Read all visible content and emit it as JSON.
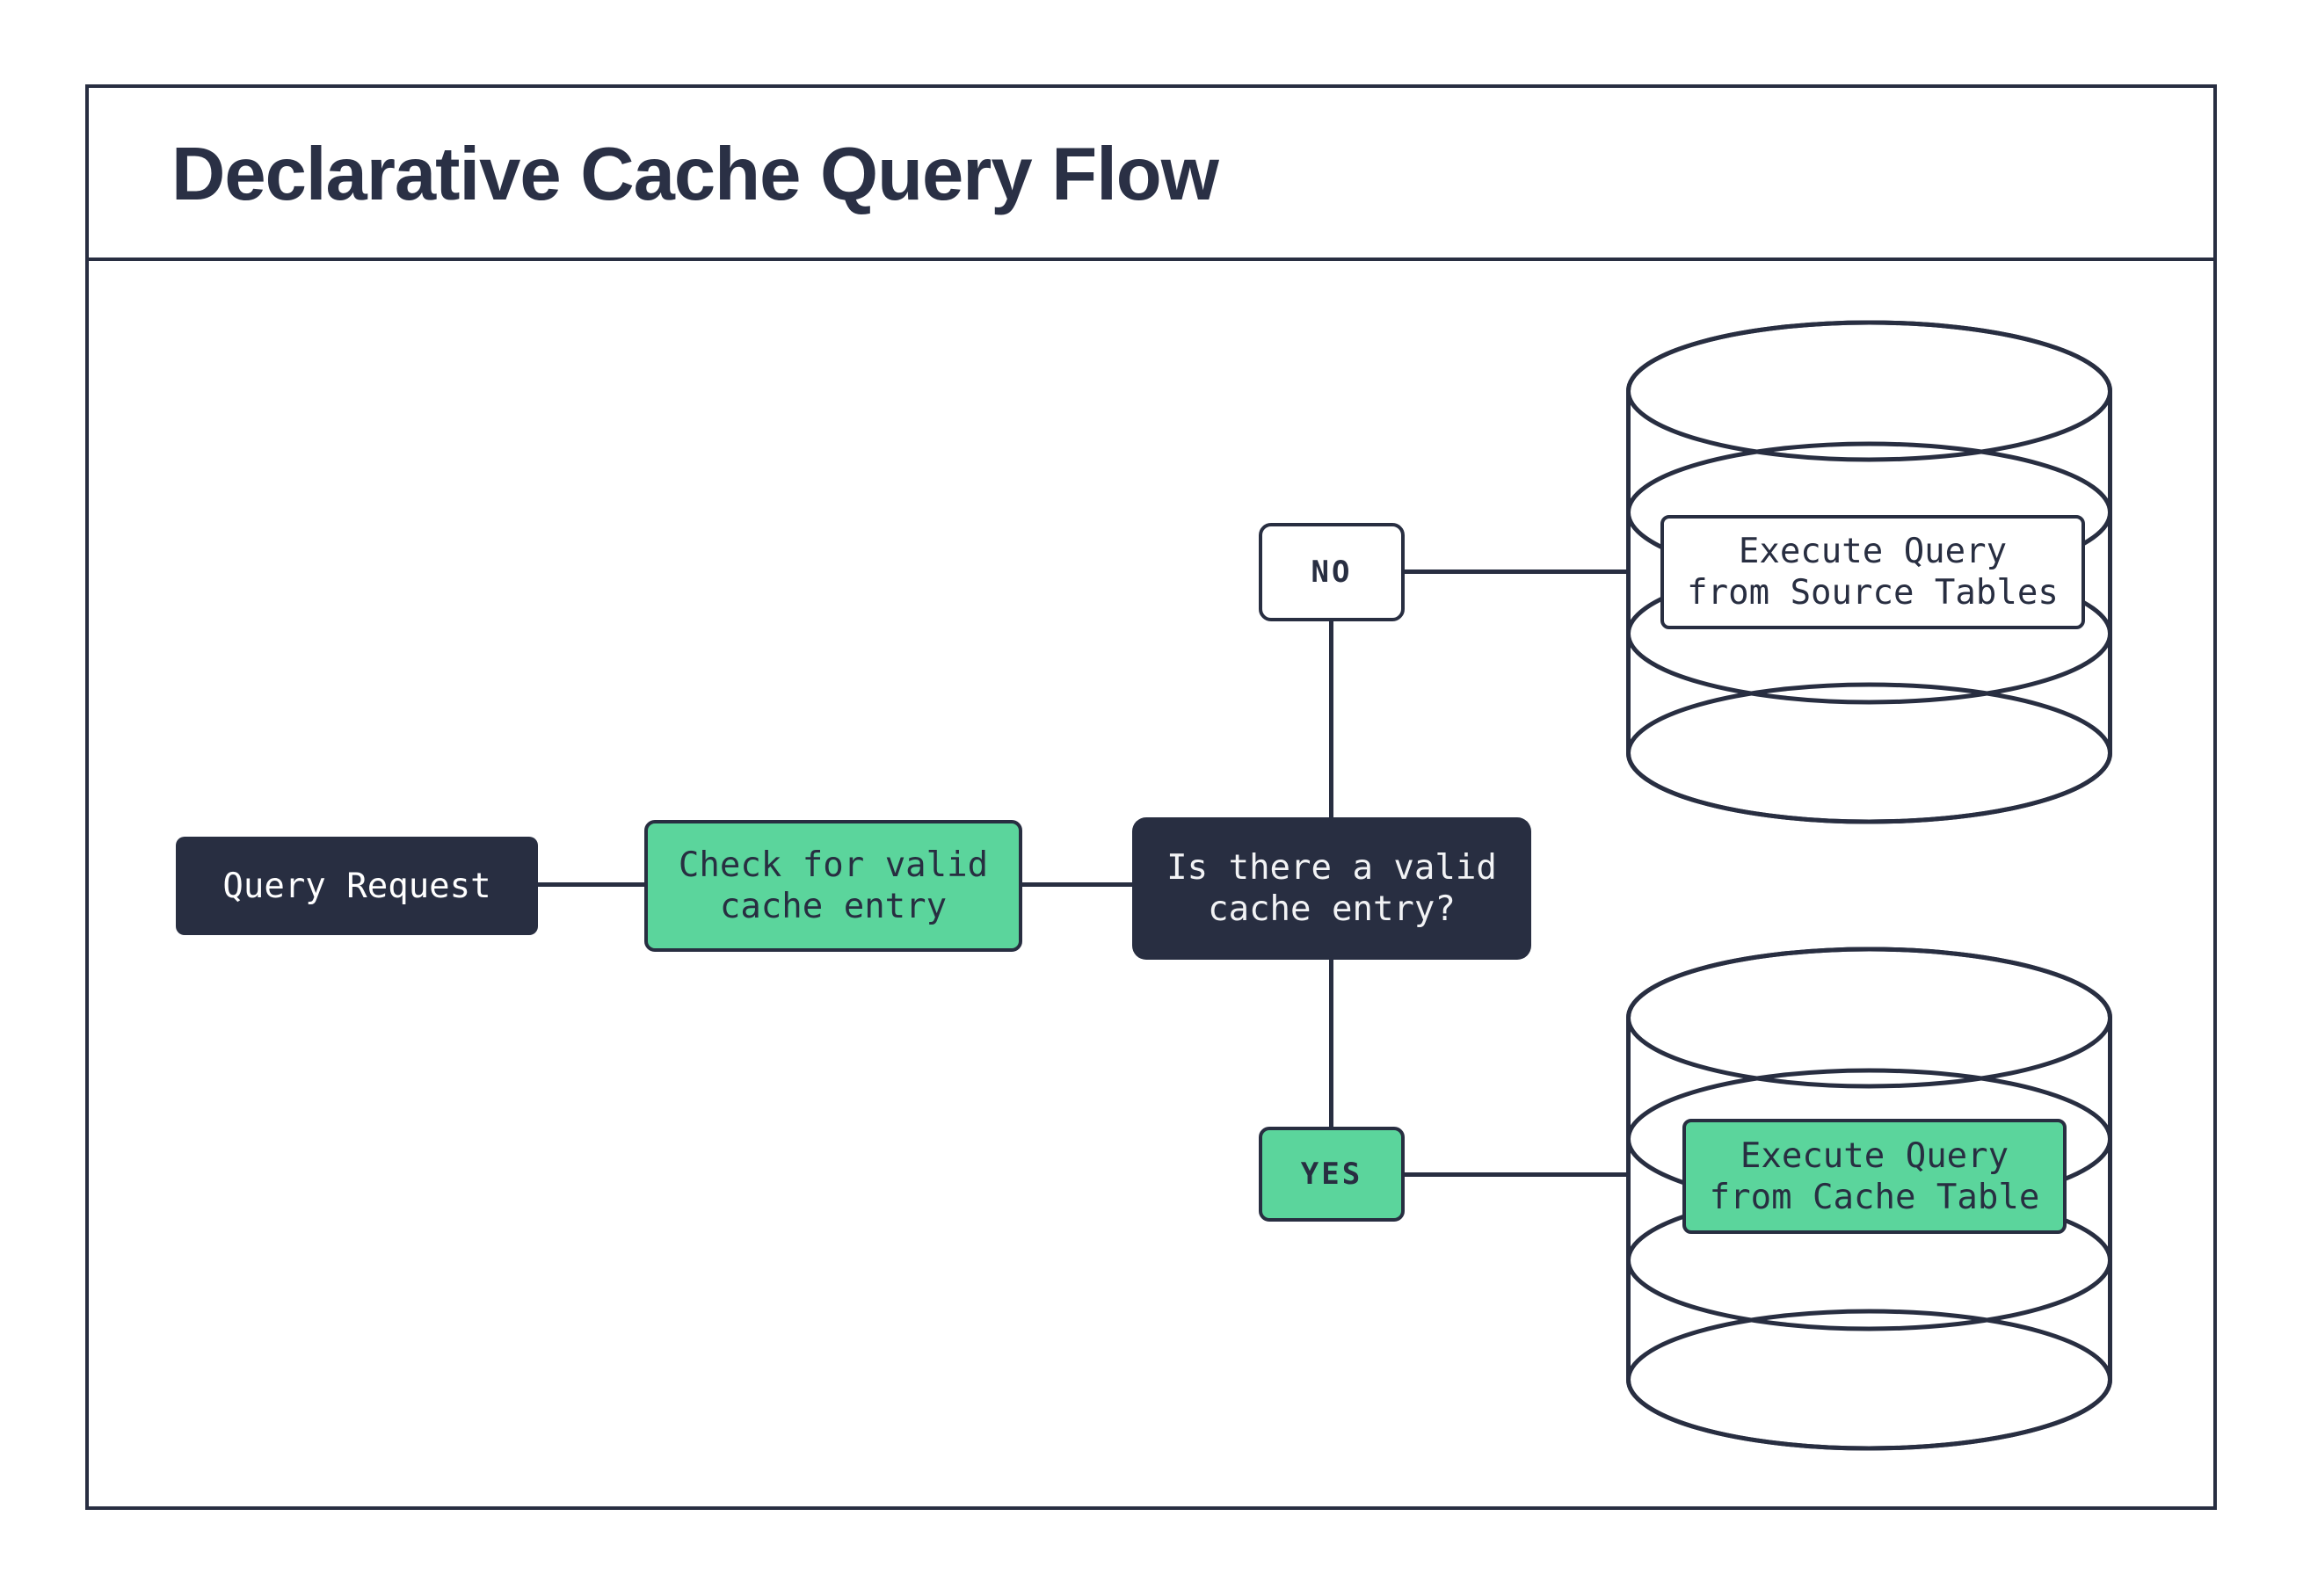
{
  "title": "Declarative Cache Query Flow",
  "nodes": {
    "query_request": {
      "label": "Query Request"
    },
    "check_cache": {
      "label": "Check for valid\ncache entry"
    },
    "decision": {
      "label": "Is there a valid\ncache entry?"
    },
    "branch_no": {
      "label": "NO"
    },
    "branch_yes": {
      "label": "YES"
    },
    "source_db": {
      "label": "Execute Query\nfrom Source Tables"
    },
    "cache_db": {
      "label": "Execute Query\nfrom Cache Table"
    }
  },
  "colors": {
    "dark": "#282e41",
    "green": "#5bd59c",
    "text_light": "#f2f3f5",
    "white": "#ffffff"
  }
}
